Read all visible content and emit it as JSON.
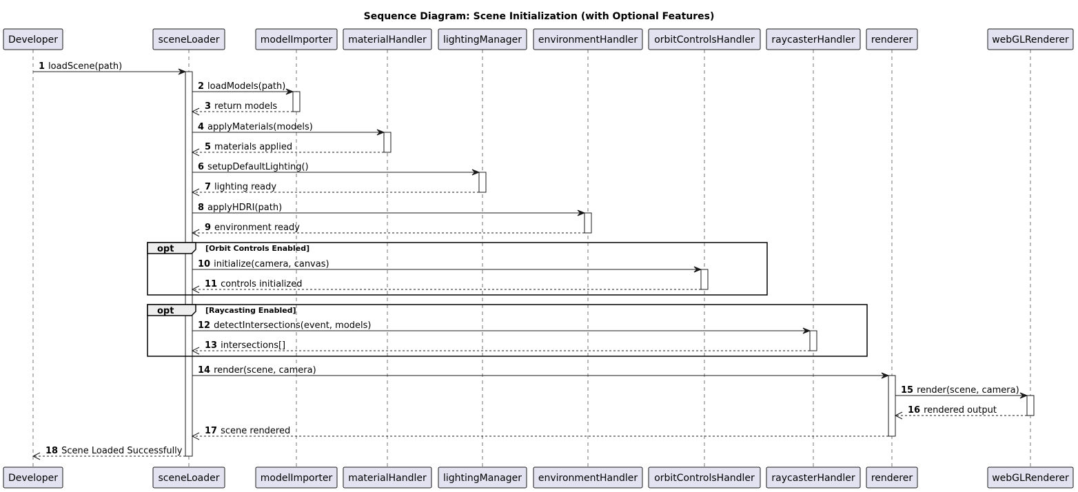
{
  "title": "Sequence Diagram: Scene Initialization (with Optional Features)",
  "participants": [
    {
      "id": "developer",
      "name": "Developer"
    },
    {
      "id": "sceneLoader",
      "name": "sceneLoader"
    },
    {
      "id": "modelImporter",
      "name": "modelImporter"
    },
    {
      "id": "materialHandler",
      "name": "materialHandler"
    },
    {
      "id": "lightingManager",
      "name": "lightingManager"
    },
    {
      "id": "environmentHandler",
      "name": "environmentHandler"
    },
    {
      "id": "orbitControlsHandler",
      "name": "orbitControlsHandler"
    },
    {
      "id": "raycasterHandler",
      "name": "raycasterHandler"
    },
    {
      "id": "renderer",
      "name": "renderer"
    },
    {
      "id": "webGLRenderer",
      "name": "webGLRenderer"
    }
  ],
  "messages": [
    {
      "num": "1",
      "label": "loadScene(path)",
      "from": "developer",
      "to": "sceneLoader",
      "dashed": false
    },
    {
      "num": "2",
      "label": "loadModels(path)",
      "from": "sceneLoader",
      "to": "modelImporter",
      "dashed": false
    },
    {
      "num": "3",
      "label": "return models",
      "from": "modelImporter",
      "to": "sceneLoader",
      "dashed": true
    },
    {
      "num": "4",
      "label": "applyMaterials(models)",
      "from": "sceneLoader",
      "to": "materialHandler",
      "dashed": false
    },
    {
      "num": "5",
      "label": "materials applied",
      "from": "materialHandler",
      "to": "sceneLoader",
      "dashed": true
    },
    {
      "num": "6",
      "label": "setupDefaultLighting()",
      "from": "sceneLoader",
      "to": "lightingManager",
      "dashed": false
    },
    {
      "num": "7",
      "label": "lighting ready",
      "from": "lightingManager",
      "to": "sceneLoader",
      "dashed": true
    },
    {
      "num": "8",
      "label": "applyHDRI(path)",
      "from": "sceneLoader",
      "to": "environmentHandler",
      "dashed": false
    },
    {
      "num": "9",
      "label": "environment ready",
      "from": "environmentHandler",
      "to": "sceneLoader",
      "dashed": true
    },
    {
      "num": "10",
      "label": "initialize(camera, canvas)",
      "from": "sceneLoader",
      "to": "orbitControlsHandler",
      "dashed": false
    },
    {
      "num": "11",
      "label": "controls initialized",
      "from": "orbitControlsHandler",
      "to": "sceneLoader",
      "dashed": true
    },
    {
      "num": "12",
      "label": "detectIntersections(event, models)",
      "from": "sceneLoader",
      "to": "raycasterHandler",
      "dashed": false
    },
    {
      "num": "13",
      "label": "intersections[]",
      "from": "raycasterHandler",
      "to": "sceneLoader",
      "dashed": true
    },
    {
      "num": "14",
      "label": "render(scene, camera)",
      "from": "sceneLoader",
      "to": "renderer",
      "dashed": false
    },
    {
      "num": "15",
      "label": "render(scene, camera)",
      "from": "renderer",
      "to": "webGLRenderer",
      "dashed": false
    },
    {
      "num": "16",
      "label": "rendered output",
      "from": "webGLRenderer",
      "to": "renderer",
      "dashed": true
    },
    {
      "num": "17",
      "label": "scene rendered",
      "from": "renderer",
      "to": "sceneLoader",
      "dashed": true
    },
    {
      "num": "18",
      "label": "Scene Loaded Successfully",
      "from": "sceneLoader",
      "to": "developer",
      "dashed": true
    }
  ],
  "fragments": [
    {
      "keyword": "opt",
      "guard": "[Orbit Controls Enabled]"
    },
    {
      "keyword": "opt",
      "guard": "[Raycasting Enabled]"
    }
  ]
}
